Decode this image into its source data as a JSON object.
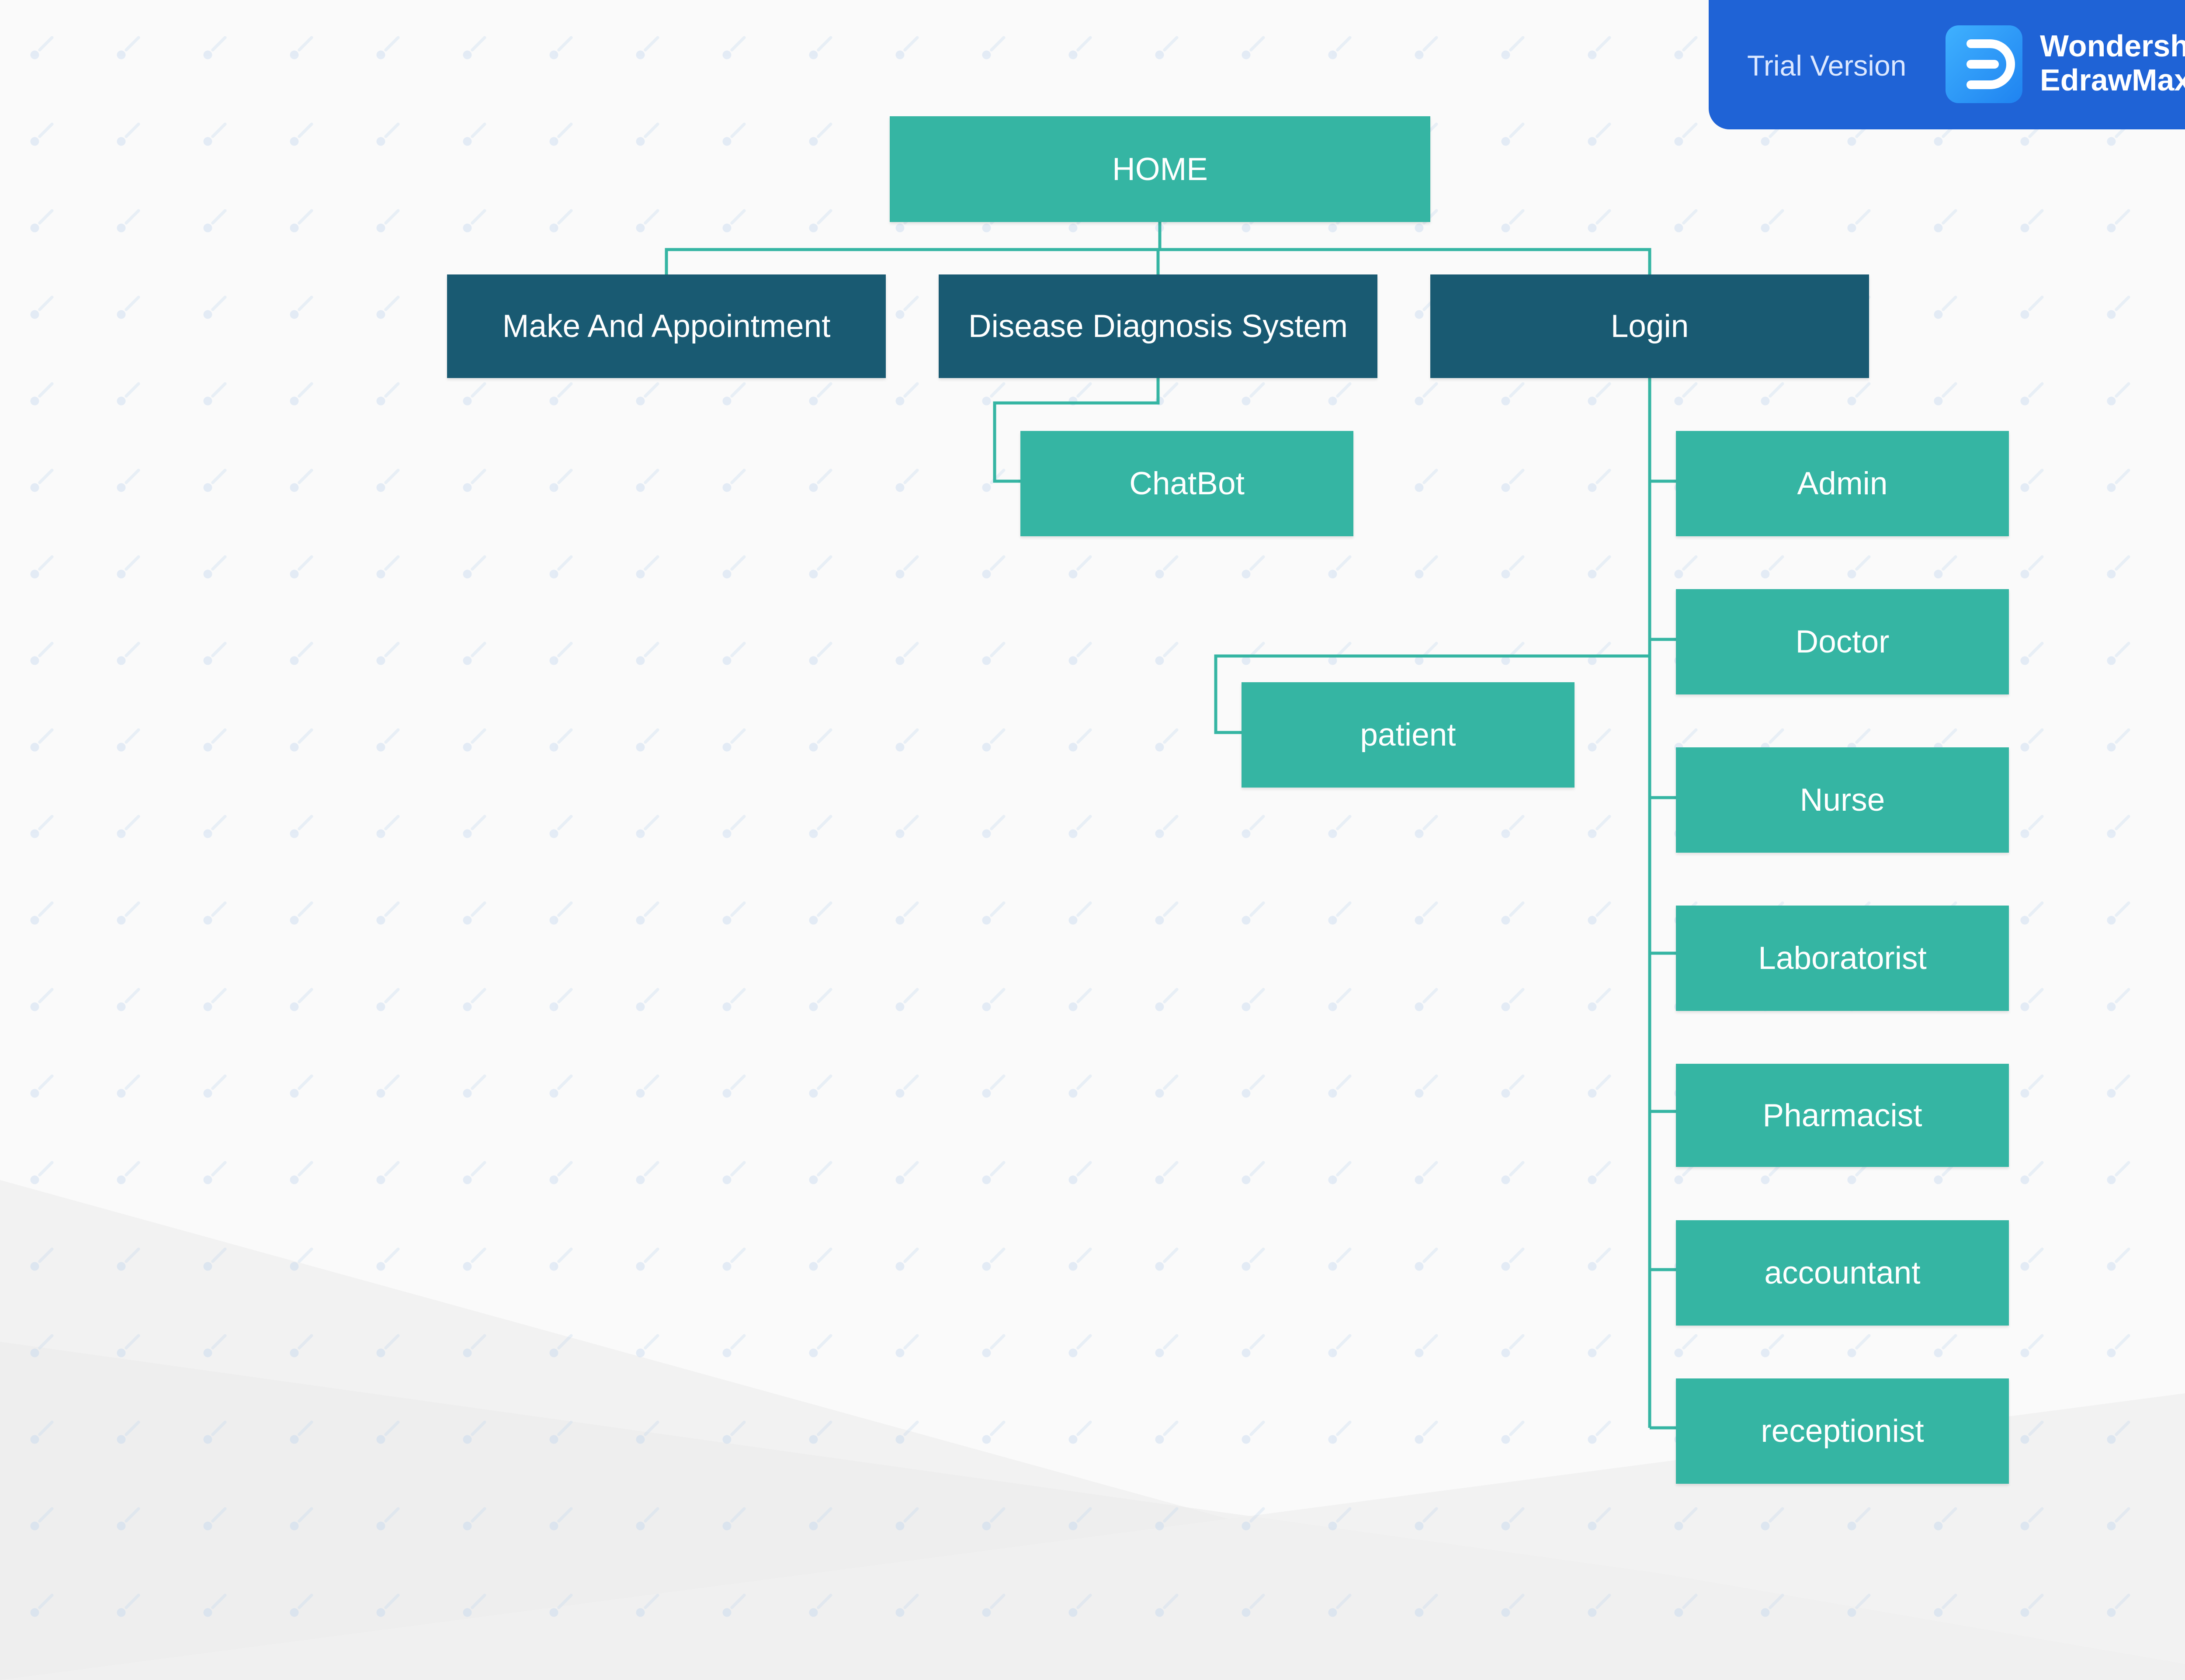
{
  "diagram": {
    "root": "HOME",
    "level1": {
      "appointment": "Make And Appointment",
      "diagnosis": "Disease Diagnosis System",
      "login": "Login"
    },
    "diagnosis_children": {
      "chatbot": "ChatBot"
    },
    "login_children": {
      "patient": "patient",
      "admin": "Admin",
      "doctor": "Doctor",
      "nurse": "Nurse",
      "laboratorist": "Laboratorist",
      "pharmacist": "Pharmacist",
      "accountant": "accountant",
      "receptionist": "receptionist"
    }
  },
  "watermark": {
    "trial_label": "Trial Version",
    "brand_line1": "Wondershare",
    "brand_line2": "EdrawMax",
    "logo_icon": "edrawmax-logo-icon"
  },
  "colors": {
    "node_teal": "#35b5a3",
    "node_dark": "#195a72",
    "connector": "#35b5a3",
    "badge_blue": "#1f63d6",
    "background": "#fafafa"
  }
}
